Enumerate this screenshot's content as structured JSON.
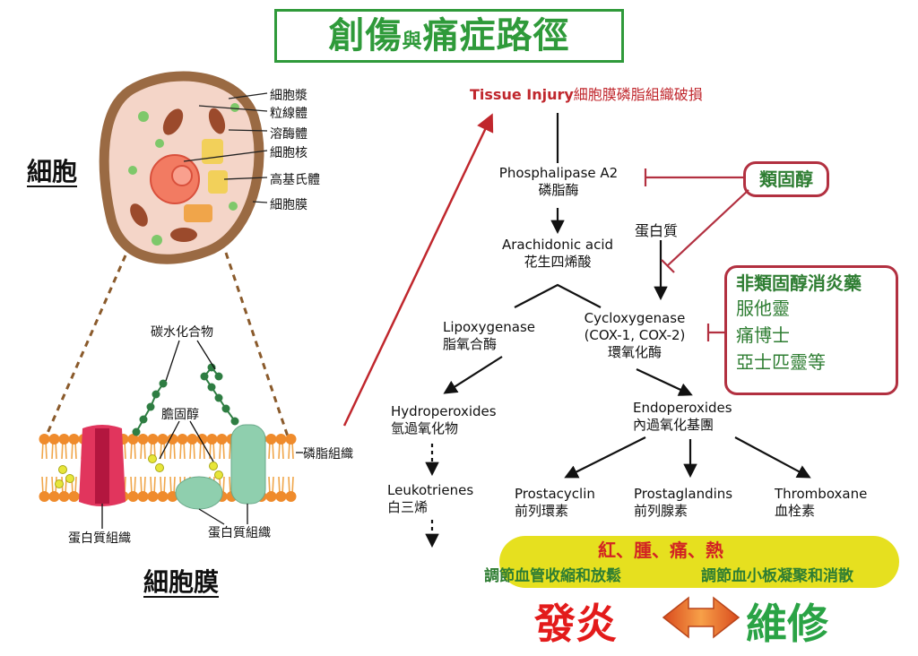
{
  "title": {
    "part1": "創傷",
    "conj": "與",
    "part2": "痛症路徑"
  },
  "cell": {
    "heading": "細胞",
    "labels": [
      "細胞漿",
      "粒線體",
      "溶酶體",
      "細胞核",
      "高基氏體",
      "細胞膜"
    ]
  },
  "membrane": {
    "heading": "細胞膜",
    "carbohydrate": "碳水化合物",
    "cholesterol": "膽固醇",
    "protein1": "蛋白質組織",
    "protein2": "蛋白質組織",
    "phospholipid": "磷脂組織"
  },
  "pathway": {
    "injury_en": "Tissue Injury",
    "injury_zh": "細胞膜磷脂組織破損",
    "pla2_en": "Phosphalipase A2",
    "pla2_zh": "磷脂酶",
    "protein": "蛋白質",
    "aa_en": "Arachidonic acid",
    "aa_zh": "花生四烯酸",
    "lox_en": "Lipoxygenase",
    "lox_zh": "脂氧合酶",
    "cox_en": "Cycloxygenase",
    "cox_en2": "(COX-1, COX-2)",
    "cox_zh": "環氧化酶",
    "hpo_en": "Hydroperoxides",
    "hpo_zh": "氫過氧化物",
    "endo_en": "Endoperoxides",
    "endo_zh": "內過氧化基團",
    "lt_en": "Leukotrienes",
    "lt_zh": "白三烯",
    "pc_en": "Prostacyclin",
    "pc_zh": "前列環素",
    "pg_en": "Prostaglandins",
    "pg_zh": "前列腺素",
    "tx_en": "Thromboxane",
    "tx_zh": "血栓素"
  },
  "steroid": "類固醇",
  "nsaid": {
    "heading": "非類固醇消炎藥",
    "items": [
      "服他靈",
      "痛博士",
      "亞士匹靈等"
    ]
  },
  "effects": {
    "top": "紅、腫、痛、熱",
    "left": "調節血管收縮和放鬆",
    "right": "調節血小板凝聚和消散"
  },
  "bottom": {
    "inflammation": "發炎",
    "repair": "維修"
  },
  "colors": {
    "title_green": "#2f9a3a",
    "inhibit_red": "#b23040",
    "drug_green": "#2e7d32",
    "yellow": "#e6e01f"
  }
}
